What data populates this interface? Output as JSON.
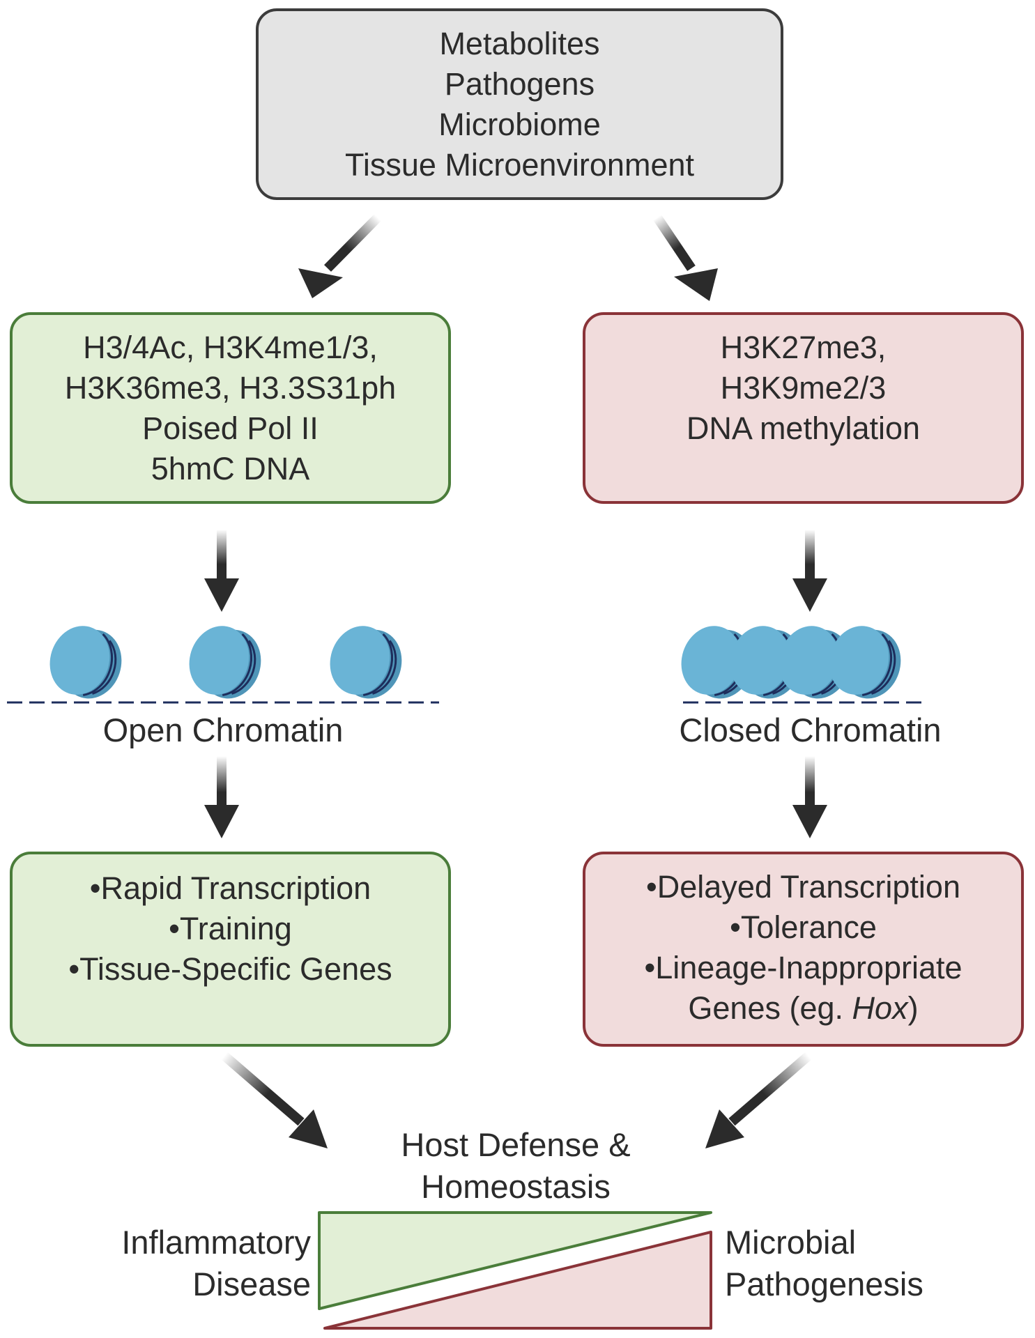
{
  "inputs_box": {
    "lines": [
      "Metabolites",
      "Pathogens",
      "Microbiome",
      "Tissue Microenvironment"
    ]
  },
  "open_marks_box": {
    "lines": [
      "H3/4Ac, H3K4me1/3,",
      "H3K36me3, H3.3S31ph",
      "Poised Pol II",
      "5hmC DNA"
    ]
  },
  "closed_marks_box": {
    "lines": [
      "H3K27me3,",
      "H3K9me2/3",
      "DNA methylation"
    ]
  },
  "open_chromatin": {
    "label": "Open Chromatin"
  },
  "closed_chromatin": {
    "label": "Closed Chromatin"
  },
  "open_outcomes_box": {
    "lines": [
      "•Rapid Transcription",
      "•Training",
      "•Tissue-Specific Genes"
    ]
  },
  "closed_outcomes_box": {
    "lines": [
      "•Delayed Transcription",
      "•Tolerance",
      "•Lineage-Inappropriate"
    ],
    "last_line_prefix": "Genes (eg. ",
    "last_line_italic": "Hox",
    "last_line_suffix": ")"
  },
  "balance": {
    "title_line1": "Host Defense &",
    "title_line2": "Homeostasis",
    "left_line1": "Inflammatory",
    "left_line2": "Disease",
    "right_line1": "Microbial",
    "right_line2": "Pathogenesis"
  },
  "colors": {
    "green_fill": "#e2efd6",
    "green_border": "#4a7d3a",
    "red_fill": "#f1dcdc",
    "red_border": "#8a3338",
    "gray_fill": "#e4e4e4",
    "nucleosome": "#5fa9cc",
    "dna": "#1d2d5c"
  }
}
